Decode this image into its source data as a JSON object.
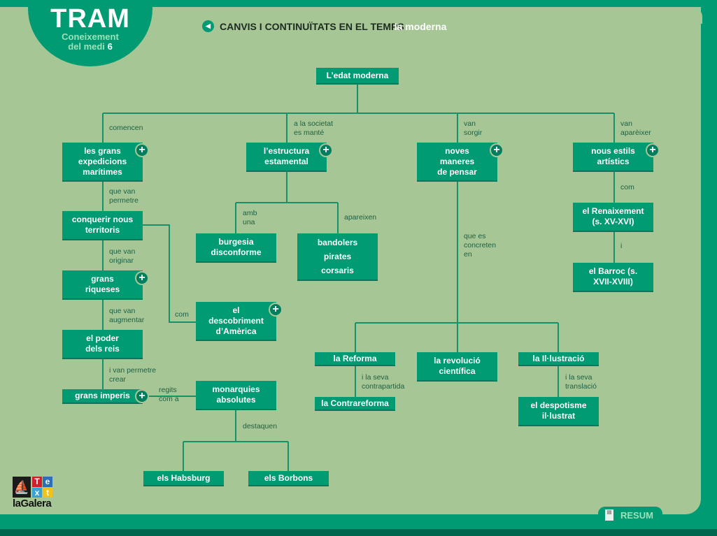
{
  "header": {
    "brand": "TRAM",
    "subject_line1": "Coneixement",
    "subject_line2": "del medi",
    "grade": "6",
    "title": "CANVIS I CONTINUÏTATS EN EL TEMPS",
    "subtitle": "la moderna"
  },
  "boxes": {
    "root": "L’edat moderna",
    "expedicions": "les grans expedicions marítimes",
    "estamental": "l’estructura estamental",
    "noves": "noves maneres de pensar",
    "estils": "nous estils artístics",
    "conquerir": "conquerir nous territoris",
    "riqueses": "grans riqueses",
    "poder": "el poder dels reis",
    "imperis": "grans imperis",
    "burgesia": "burgesia disconforme",
    "bandolers": "bandolers pirates corsaris",
    "descobriment": "el descobriment d’Amèrica",
    "monarquies": "monarquies absolutes",
    "habsburg": "els Habsburg",
    "borbons": "els Borbons",
    "renaixement": "el Renaixement (s. XV-XVI)",
    "barroc": "el Barroc (s. XVII-XVIII)",
    "reforma": "la Reforma",
    "contrareforma": "la Contrareforma",
    "revolucio": "la revolució científica",
    "illustracio": "la Il·lustració",
    "despotisme": "el despotisme il·lustrat"
  },
  "plus_label": "+",
  "links": {
    "comencen": "comencen",
    "societat": "a la societat es manté",
    "sorgir": "van sorgir",
    "apareixer": "van aparèixer",
    "permetre": "que van permetre",
    "originar": "que van originar",
    "augmentar": "que van augmentar",
    "crear": "i van permetre crear",
    "regits": "regits com a",
    "com1": "com",
    "amb": "amb una",
    "apareixen": "apareixen",
    "concreten": "que es concreten en",
    "com2": "com",
    "i": "i",
    "contrapartida": "i la seva contrapartida",
    "translacio": "i la seva translació",
    "destaquen": "destaquen"
  },
  "footer": {
    "publisher": "laGalera",
    "text_letters": [
      "T",
      "e",
      "x",
      "t"
    ],
    "resum": "RESUM"
  },
  "colors": {
    "accent": "#009a73",
    "background": "#a6c795"
  }
}
